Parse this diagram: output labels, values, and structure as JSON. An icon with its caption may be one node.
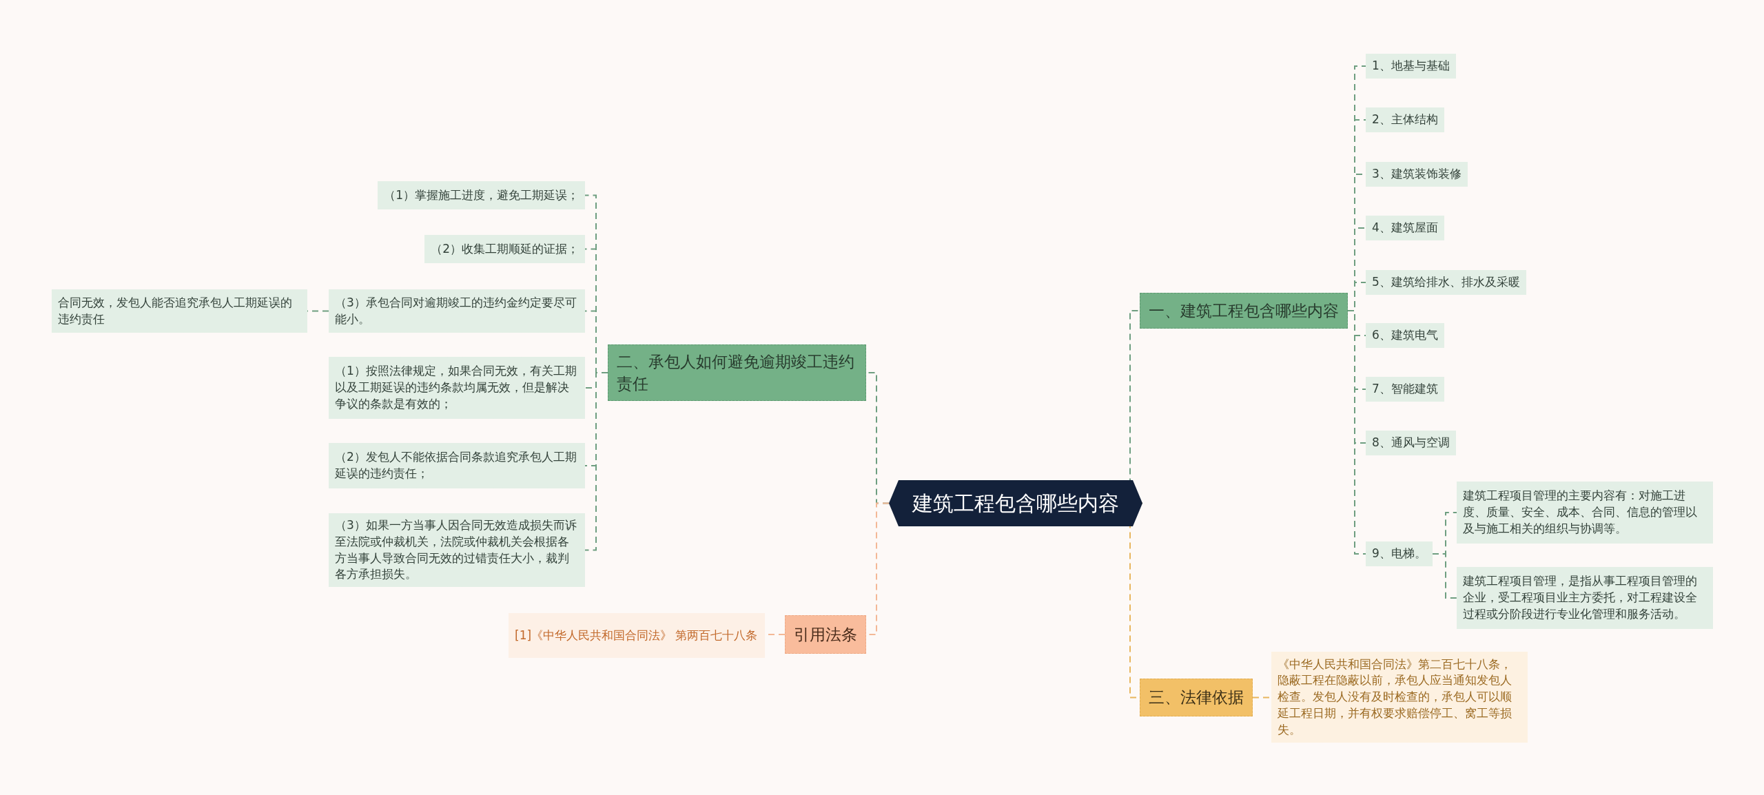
{
  "diagram": {
    "nodes": [
      {
        "text": [
          "建筑工程包含哪些内容"
        ]
      },
      {
        "text": [
          "一、建筑工程包含哪些内容"
        ]
      },
      {
        "text": [
          "1、地基与基础"
        ]
      },
      {
        "text": [
          "2、主体结构"
        ]
      },
      {
        "text": [
          "3、建筑装饰装修"
        ]
      },
      {
        "text": [
          "4、建筑屋面"
        ]
      },
      {
        "text": [
          "5、建筑给排水、排水及采暖"
        ]
      },
      {
        "text": [
          "6、建筑电气"
        ]
      },
      {
        "text": [
          "7、智能建筑"
        ]
      },
      {
        "text": [
          "8、通风与空调"
        ]
      },
      {
        "text": [
          "9、电梯。"
        ]
      },
      {
        "text": [
          "建筑工程项目管理的主要内容有：对施工进度、质量、安全、成本、合同、信息的管理以及与施工相关的组织与协调等。"
        ]
      },
      {
        "text": [
          "建筑工程项目管理，是指从事工程项目管理的企业，受工程项目业主方委托，对工程建设全过程或分阶段进行专业化管理和服务活动。"
        ]
      },
      {
        "text": [
          "三、法律依据"
        ]
      },
      {
        "text": [
          "《中华人民共和国合同法》第二百七十八条，隐蔽工程在隐蔽以前，承包人应当通知发包人检查。发包人没有及时检查的，承包人可以顺延工程日期，并有权要求赔偿停工、窝工等损失。"
        ]
      },
      {
        "text": [
          "二、承包人如何避免逾期竣工违约责任"
        ]
      },
      {
        "text": [
          "（1）掌握施工进度，避免工期延误；"
        ]
      },
      {
        "text": [
          "（2）收集工期顺延的证据；"
        ]
      },
      {
        "text": [
          "（3）承包合同对逾期竣工的违约金约定要尽可能小。"
        ]
      },
      {
        "text": [
          "合同无效，发包人能否追究承包人工期延误的违约责任"
        ]
      },
      {
        "text": [
          "（1）按照法律规定，如果合同无效，有关工期以及工期延误的违约条款均属无效，但是解决争议的条款是有效的；"
        ]
      },
      {
        "text": [
          "（2）发包人不能依据合同条款追究承包人工期延误的违约责任；"
        ]
      },
      {
        "text": [
          "（3）如果一方当事人因合同无效造成损失而诉至法院或仲裁机关，法院或仲裁机关会根据各方当事人导致合同无效的过错责任大小，裁判各方承担损失。"
        ]
      },
      {
        "text": [
          "引用法条"
        ]
      },
      {
        "text": [
          "[1]《中华人民共和国合同法》 第两百七十八条"
        ]
      }
    ],
    "edges": [
      {
        "from": 0,
        "to": 1,
        "arrow": "none",
        "style": "dashed"
      },
      {
        "from": 1,
        "to": 2,
        "arrow": "none",
        "style": "dashed"
      },
      {
        "from": 1,
        "to": 3,
        "arrow": "none",
        "style": "dashed"
      },
      {
        "from": 1,
        "to": 4,
        "arrow": "none",
        "style": "dashed"
      },
      {
        "from": 1,
        "to": 5,
        "arrow": "none",
        "style": "dashed"
      },
      {
        "from": 1,
        "to": 6,
        "arrow": "none",
        "style": "dashed"
      },
      {
        "from": 1,
        "to": 7,
        "arrow": "none",
        "style": "dashed"
      },
      {
        "from": 1,
        "to": 8,
        "arrow": "none",
        "style": "dashed"
      },
      {
        "from": 1,
        "to": 9,
        "arrow": "none",
        "style": "dashed"
      },
      {
        "from": 1,
        "to": 10,
        "arrow": "none",
        "style": "dashed"
      },
      {
        "from": 10,
        "to": 11,
        "arrow": "none",
        "style": "dashed"
      },
      {
        "from": 10,
        "to": 12,
        "arrow": "none",
        "style": "dashed"
      },
      {
        "from": 0,
        "to": 13,
        "arrow": "none",
        "style": "dashed",
        "color": "#e8b65e"
      },
      {
        "from": 13,
        "to": 14,
        "arrow": "none",
        "style": "dashed",
        "color": "#e8b65e"
      },
      {
        "from": 0,
        "to": 15,
        "arrow": "none",
        "style": "dashed"
      },
      {
        "from": 15,
        "to": 16,
        "arrow": "none",
        "style": "dashed"
      },
      {
        "from": 15,
        "to": 17,
        "arrow": "none",
        "style": "dashed"
      },
      {
        "from": 15,
        "to": 18,
        "arrow": "none",
        "style": "dashed"
      },
      {
        "from": 18,
        "to": 19,
        "arrow": "none",
        "style": "dashed"
      },
      {
        "from": 15,
        "to": 20,
        "arrow": "none",
        "style": "dashed"
      },
      {
        "from": 15,
        "to": 21,
        "arrow": "none",
        "style": "dashed"
      },
      {
        "from": 15,
        "to": 22,
        "arrow": "none",
        "style": "dashed"
      },
      {
        "from": 0,
        "to": 23,
        "arrow": "none",
        "style": "dashed",
        "color": "#f4b896"
      },
      {
        "from": 23,
        "to": 24,
        "arrow": "none",
        "style": "dashed",
        "color": "#f4b896"
      }
    ]
  }
}
